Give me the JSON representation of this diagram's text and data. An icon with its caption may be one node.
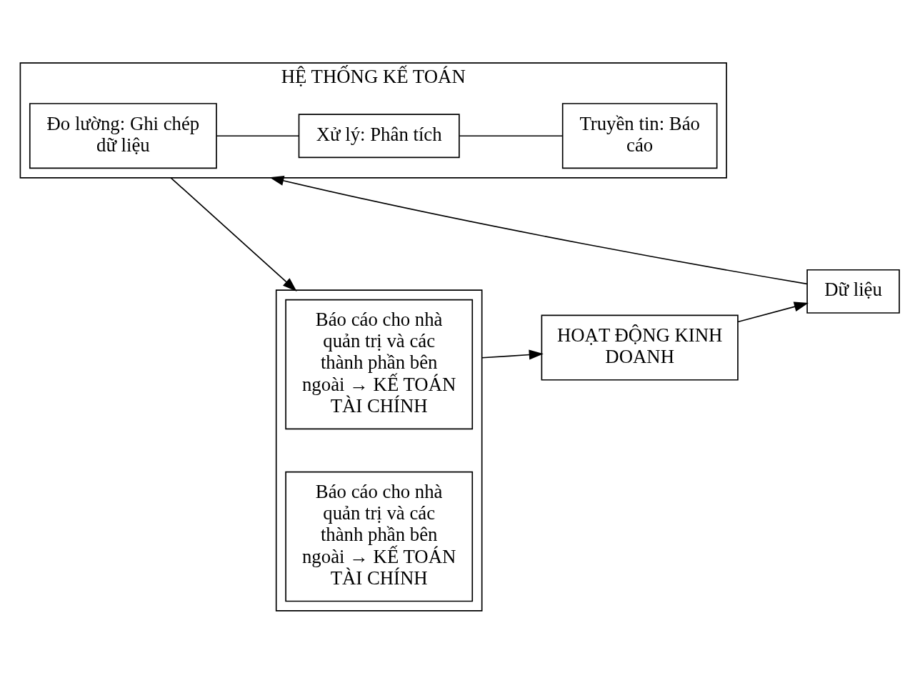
{
  "diagram": {
    "nodes": [
      {
        "text": [
          "Dữ liệu"
        ]
      },
      {
        "text": [
          "HỆ THỐNG KẾ TOÁN"
        ]
      },
      {
        "text": [
          "Đo lường: Ghi chép dữ liệu"
        ],
        "in": 1
      },
      {
        "text": [
          "Xử lý: Phân tích"
        ],
        "in": 1
      },
      {
        "text": [
          "Truyền tin: Báo cáo"
        ],
        "in": 1
      },
      {
        "text": [],
        "shape": "box"
      },
      {
        "text": [
          "Báo cáo cho nhà quản trị và các thành phần bên ngoài → KẾ TOÁN TÀI CHÍNH"
        ],
        "in": 5
      },
      {
        "text": [
          "Báo cáo cho nhà quản trị và các thành phần bên ngoài → KẾ TOÁN TÀI CHÍNH"
        ],
        "in": 5
      },
      {
        "text": [
          "HOẠT ĐỘNG KINH DOANH"
        ]
      }
    ],
    "edges": [
      {
        "from": 0,
        "to": 1,
        "arrow": "to"
      },
      {
        "from": 2,
        "to": 3,
        "arrow": "none"
      },
      {
        "from": 3,
        "to": 4,
        "arrow": "none"
      },
      {
        "from": 1,
        "to": 5,
        "arrow": "to"
      },
      {
        "from": 5,
        "to": 8,
        "arrow": "to"
      },
      {
        "from": 8,
        "to": 0,
        "arrow": "to"
      }
    ]
  }
}
